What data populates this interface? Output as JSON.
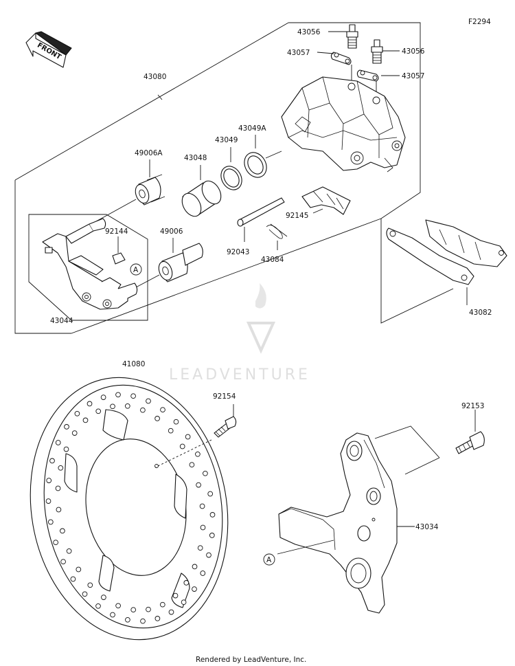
{
  "figure_code": "F2294",
  "direction_label": "FRONT",
  "watermark": "LEADVENTURE",
  "footer": "Rendered by LeadVenture, Inc.",
  "callout_letter": "A",
  "labels": {
    "p43056_top": "43056",
    "p43056_right": "43056",
    "p43057_left": "43057",
    "p43057_right": "43057",
    "p43080": "43080",
    "p43049a": "43049A",
    "p43049": "43049",
    "p43048": "43048",
    "p49006a": "49006A",
    "p92144": "92144",
    "p49006": "49006",
    "p92145": "92145",
    "p92043": "92043",
    "p43084": "43084",
    "p43044": "43044",
    "p43082": "43082",
    "p41080": "41080",
    "p92154": "92154",
    "p92153": "92153",
    "p43034": "43034"
  }
}
